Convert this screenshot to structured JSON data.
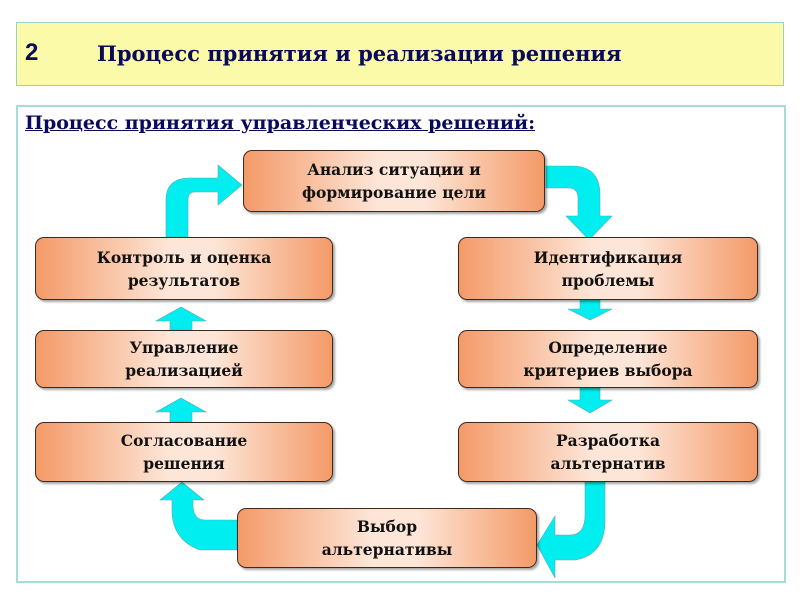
{
  "header": {
    "number": "2",
    "title": "Процесс принятия и реализации решения"
  },
  "subtitle": "Процесс принятия управленческих решений:",
  "colors": {
    "arrow": "#00eef0",
    "box_edge": "#f49a68",
    "box_center": "#fde6d8",
    "title_bg": "#fafaa8"
  },
  "nodes": {
    "analysis": "Анализ ситуации и\nформирование цели",
    "identification": "Идентификация\nпроблемы",
    "criteria": "Определение\nкритериев выбора",
    "alternatives": "Разработка\nальтернатив",
    "choice": "Выбор\nальтернативы",
    "agreement": "Согласование\nрешения",
    "management": "Управление\nреализацией",
    "control": "Контроль и оценка\nрезультатов"
  }
}
